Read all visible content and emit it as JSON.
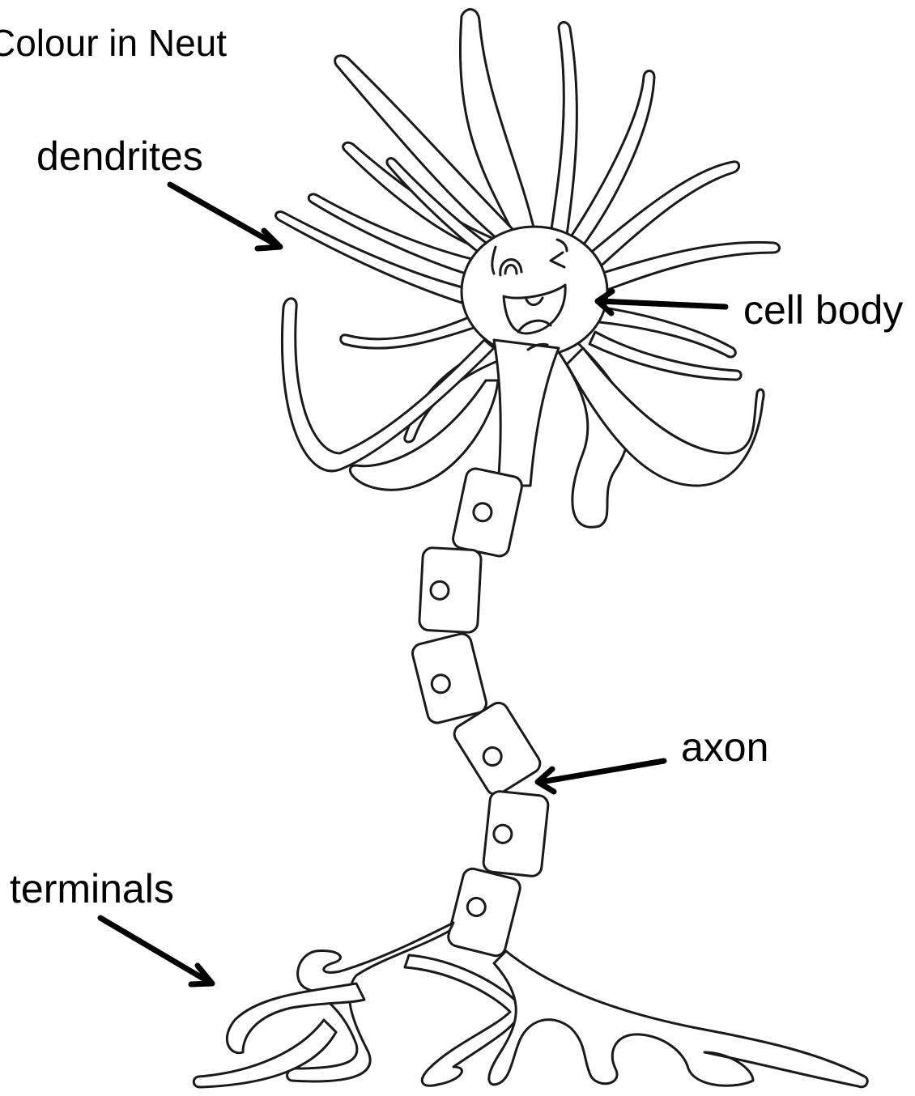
{
  "title": "Colour in Neut",
  "labels": {
    "dendrites": "dendrites",
    "cell_body": "cell body",
    "axon": "axon",
    "terminals": "terminals"
  },
  "colors": {
    "ink": "#000000",
    "background": "#ffffff"
  }
}
